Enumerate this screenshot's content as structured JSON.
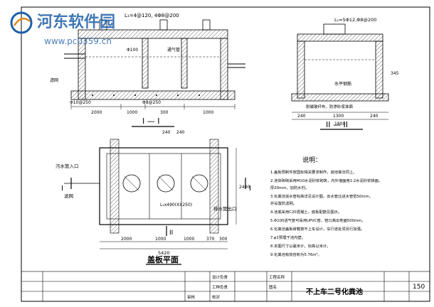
{
  "watermark": {
    "title": "河东软件园",
    "url": "www.pc0359.cn"
  },
  "section_1_1": {
    "caption": "I — I",
    "top_dim": "L₁=4@120, 4Φ8@200",
    "pipe_label": "Φ100",
    "vent_label": "通气管",
    "left_label": "滤网",
    "bottom_rebar": "Φ10@250",
    "bottom_rebar_2": "Φ8@250",
    "bottom_dims": [
      "2000",
      "1000",
      "300",
      "1000"
    ],
    "side_dims": [
      "240",
      "240"
    ]
  },
  "section_2_2": {
    "caption": "II — II",
    "top_dim": "L₁=5Φ12,Φ8@200",
    "inner_label": "水平钢筋",
    "bottom_label": "耐碱玻纤布，防渗砂浆抹面",
    "dims": [
      "240",
      "1300",
      "240"
    ],
    "total": "1800",
    "side": "345"
  },
  "plan": {
    "caption": "盖板平面",
    "inlet": "污水管入口",
    "filter": "滤网",
    "outlet": "排水管出口",
    "hole_label": "L₁x490(XX250)",
    "dims_top": [
      "240",
      "240"
    ],
    "dims_bottom": [
      "2000",
      "1000",
      "1000",
      "370",
      "300"
    ],
    "total": "5420",
    "marker_i": "I",
    "marker_ii": "II",
    "side_dim": "2400"
  },
  "notes": {
    "heading": "说明：",
    "items": [
      "1.盖板预制件按国标相关要求制作，其他做法同上。",
      "2.池体砖砌采用M10水泥砂浆砌筑，内外墙面用1:2水泥砂浆抹面，",
      "  厚20mm，加防水剂。",
      "3.化粪池进水管标高详见设计图，出水管比进水管低50mm，",
      "  并设置防滤网。",
      "4.池底采用C20混凝土，底板配筋见图示。",
      "5.Φ100进气管可采用UPVC管，管口高出地面500mm。",
      "6.化粪池盖板荷载按不上车设计，车行道处须另行加强。",
      "7.φ1预埋于池内壁。",
      "8.本图尺寸以毫米计，标高以米计。",
      "9.化粪池有效容积为5.76m³。"
    ]
  },
  "title_block": {
    "title": "不上车二号化粪池",
    "row1": [
      "设计负责",
      "工程名称"
    ],
    "row2": [
      "工种负责",
      "图名"
    ],
    "row3": [
      "审核",
      "校对"
    ],
    "sheet_no": "150"
  },
  "colors": {
    "ink": "#000000",
    "watermark": "#1f5fa8",
    "hatch": "#444444"
  }
}
